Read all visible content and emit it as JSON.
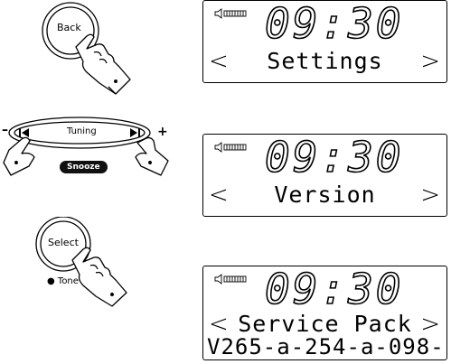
{
  "steps": [
    {
      "control": {
        "label": "Back"
      },
      "display": {
        "time": "09:30",
        "line2": "Settings",
        "arrow_left": "<",
        "arrow_right": ">"
      }
    },
    {
      "control": {
        "label": "Tuning",
        "minus": "–",
        "plus": "+",
        "snooze": "Snooze"
      },
      "display": {
        "time": "09:30",
        "line2": "Version",
        "arrow_left": "<",
        "arrow_right": ">"
      }
    },
    {
      "control": {
        "label": "Select",
        "sub_label": "● Tone"
      },
      "display": {
        "time": "09:30",
        "line2": "Service Pack",
        "line3": "V265-a-254-a-098-",
        "arrow_left": "<",
        "arrow_right": ">"
      }
    }
  ]
}
